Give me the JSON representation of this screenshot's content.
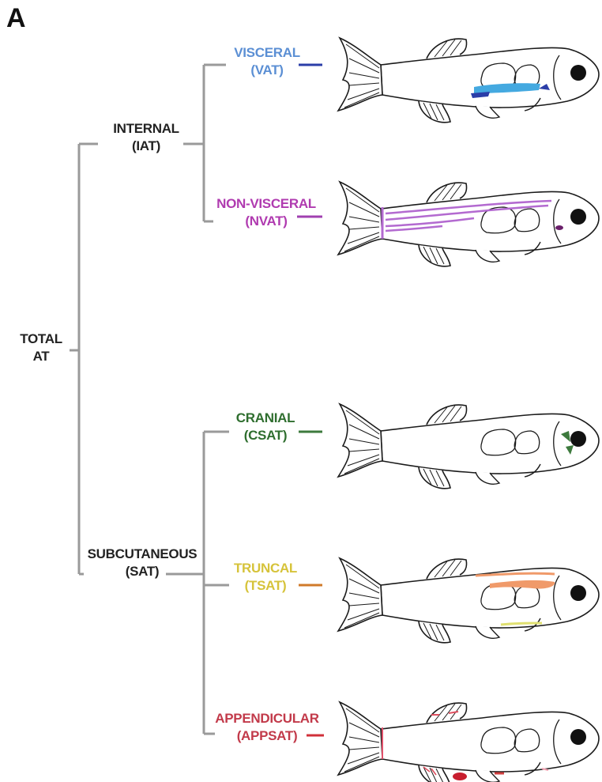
{
  "panel_letter": "A",
  "tree": {
    "root": {
      "line1": "TOTAL",
      "line2": "AT"
    },
    "internal": {
      "line1": "INTERNAL",
      "line2": "(IAT)"
    },
    "subcutaneous": {
      "line1": "SUBCUTANEOUS",
      "line2": "(SAT)"
    },
    "visceral": {
      "line1": "VISCERAL",
      "line2": "(VAT)",
      "color": "#5b8fd4",
      "marker": "#2b3ea8"
    },
    "nonvisceral": {
      "line1": "NON-VISCERAL",
      "line2": "(NVAT)",
      "color": "#b03bb0",
      "marker": "#a040b0"
    },
    "cranial": {
      "line1": "CRANIAL",
      "line2": "(CSAT)",
      "color": "#2f6e2f",
      "marker": "#3d7a3d"
    },
    "truncal": {
      "line1": "TRUNCAL",
      "line2": "(TSAT)",
      "color": "#d6c33a",
      "marker": "#d07a2a"
    },
    "appendicular": {
      "line1": "APPENDICULAR",
      "line2": "(APPSAT)",
      "color": "#c23a4a",
      "marker": "#d0303a"
    }
  },
  "colors": {
    "tree_line": "#9a9a9a",
    "root_text": "#222222",
    "fish_outline": "#1a1a1a",
    "eye": "#111111"
  }
}
